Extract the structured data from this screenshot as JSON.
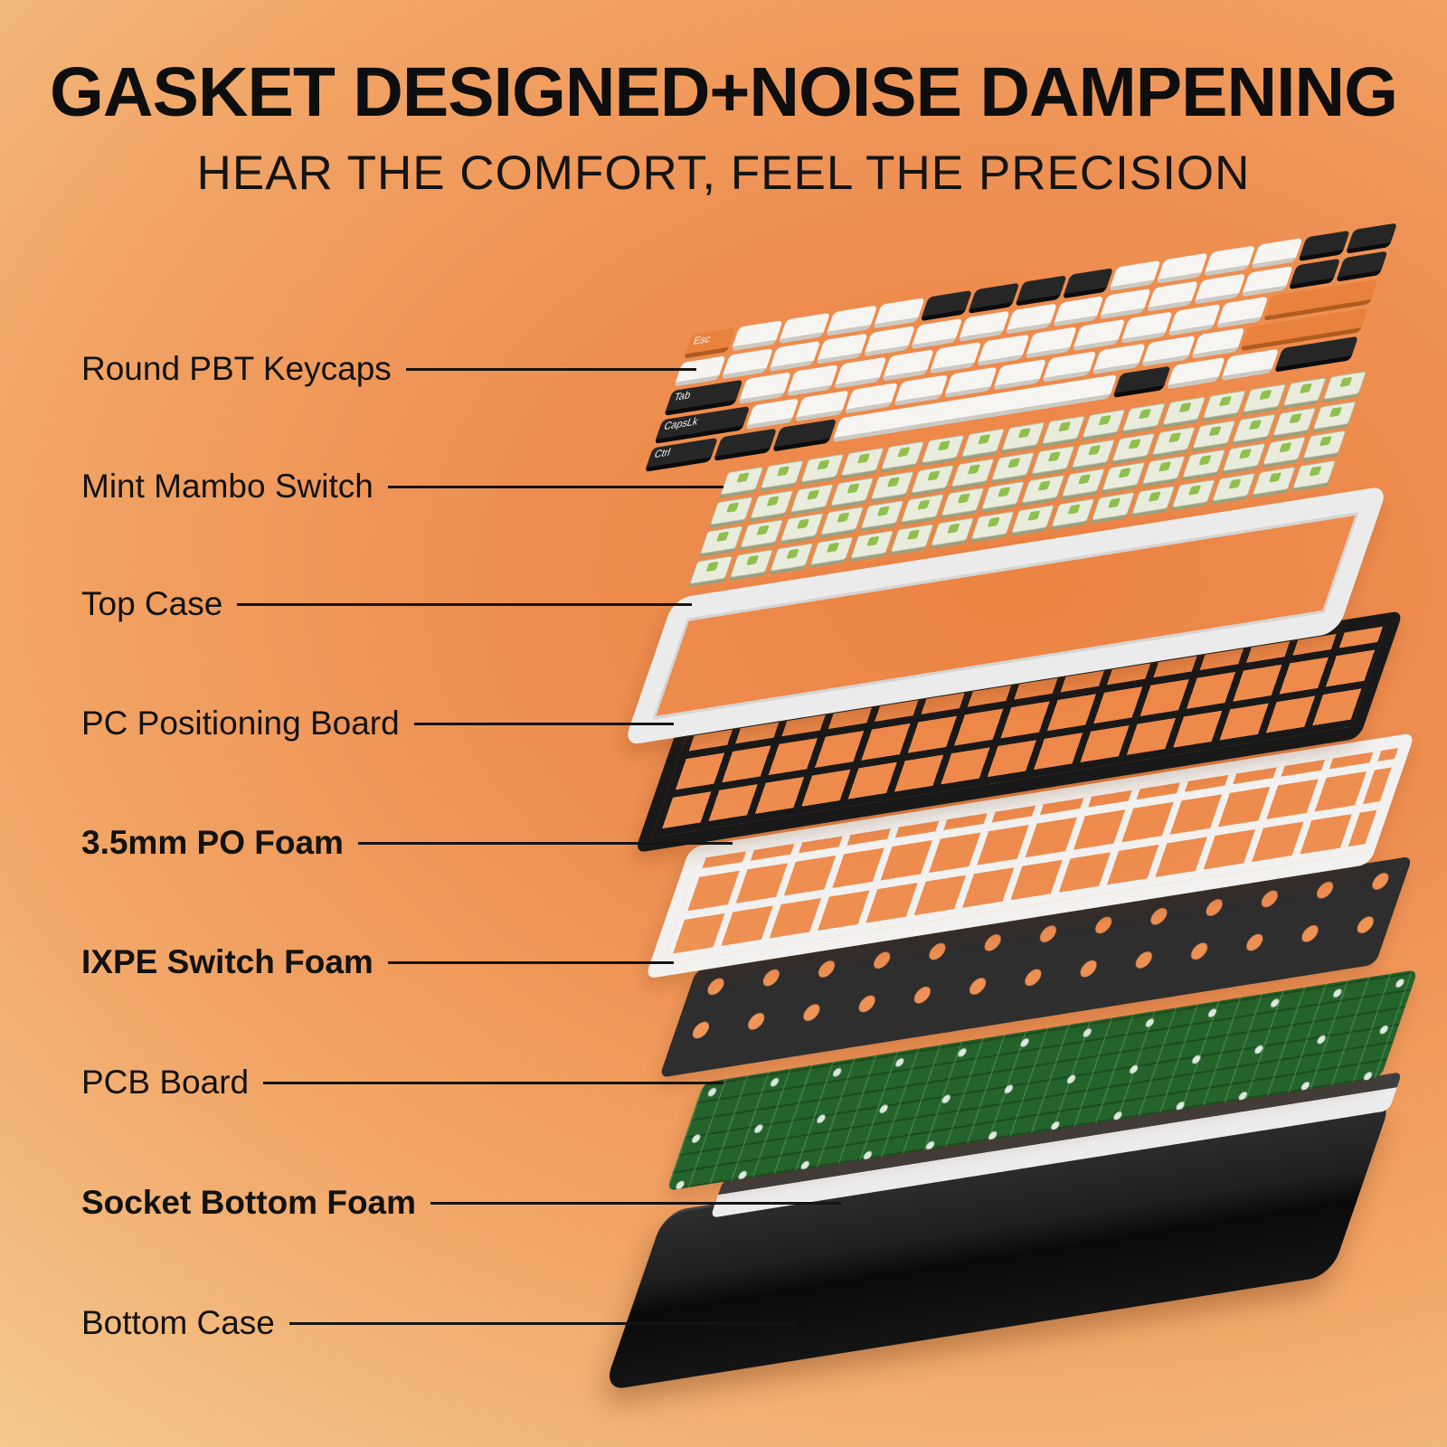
{
  "header": {
    "title": "GASKET DESIGNED+NOISE DAMPENING",
    "subtitle": "HEAR THE COMFORT, FEEL THE PRECISION"
  },
  "labels": [
    {
      "label": "Round PBT Keycaps",
      "bold": false
    },
    {
      "label": "Mint Mambo Switch",
      "bold": false
    },
    {
      "label": "Top Case",
      "bold": false
    },
    {
      "label": "PC Positioning Board",
      "bold": false
    },
    {
      "label": "3.5mm PO Foam",
      "bold": true
    },
    {
      "label": "IXPE Switch Foam",
      "bold": true
    },
    {
      "label": "PCB Board",
      "bold": false
    },
    {
      "label": "Socket Bottom Foam",
      "bold": true
    },
    {
      "label": "Bottom Case",
      "bold": false
    }
  ],
  "keycap_legends": [
    "Esc",
    "Tab",
    "CapsLk",
    "Ctrl"
  ],
  "colors": {
    "background_center": "#ec8343",
    "background_edge": "#f5dca6",
    "accent_orange": "#e8823c",
    "key_white": "#f6f5f2",
    "key_black": "#262626",
    "switch_mint": "#e9ecdc",
    "switch_stem_green": "#8fbf4d",
    "pcb_green": "#24632b",
    "line_black": "#141414"
  }
}
